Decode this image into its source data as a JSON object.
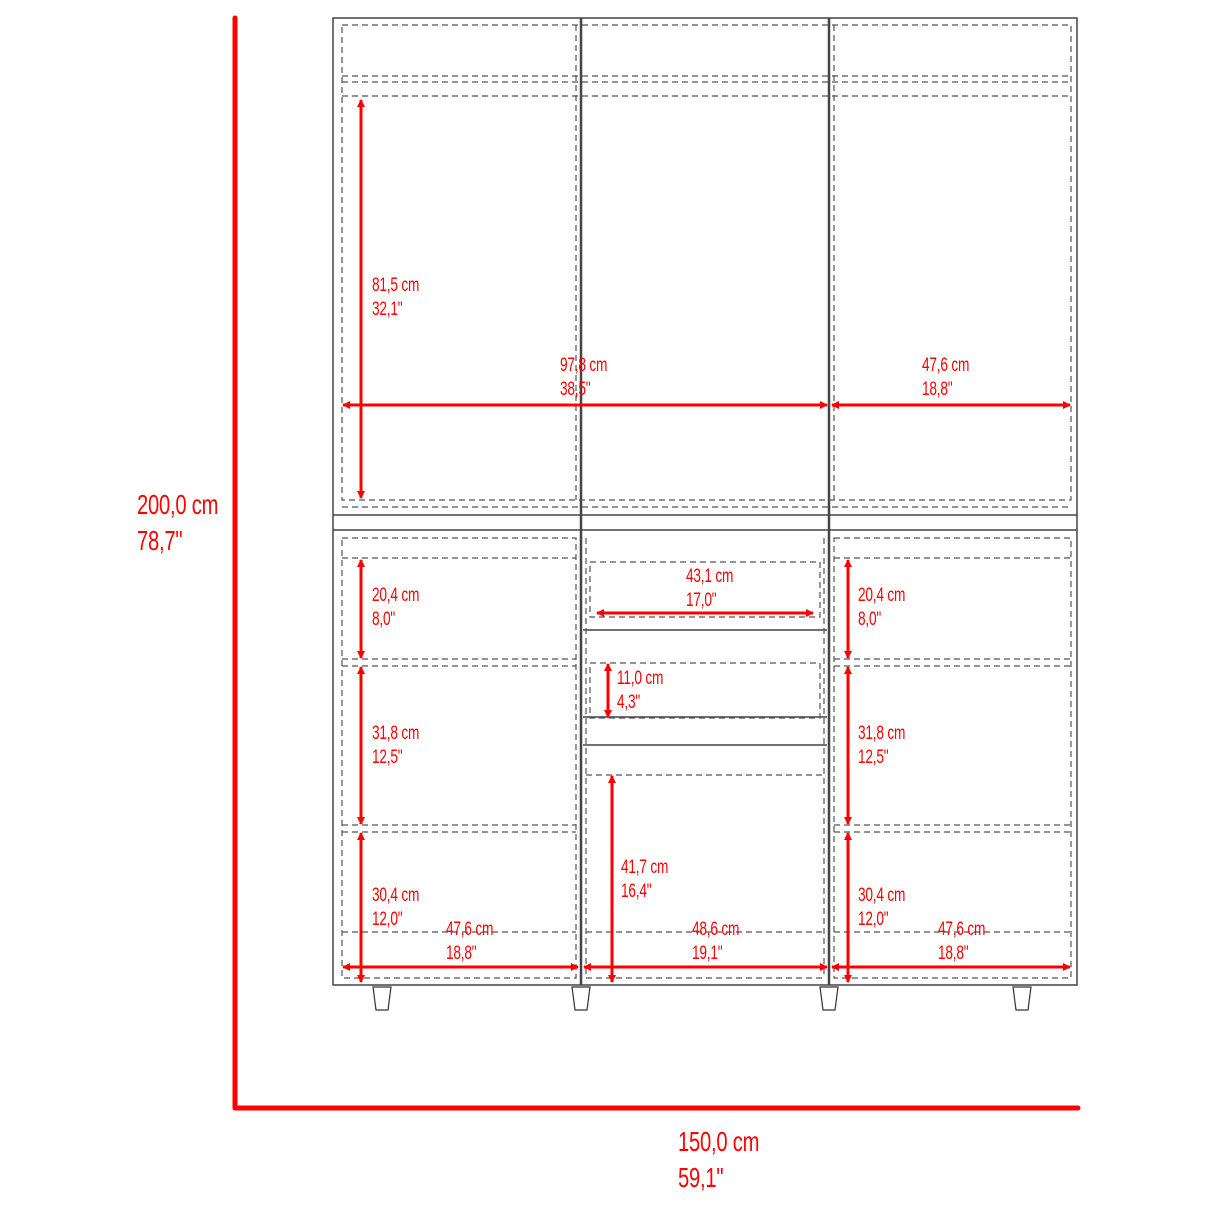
{
  "diagram": {
    "title": "Wardrobe dimensions",
    "accent_color": "#ff0000",
    "line_color": "#333333",
    "overall": {
      "height": {
        "cm": "200,0 cm",
        "in": "78,7\""
      },
      "width": {
        "cm": "150,0 cm",
        "in": "59,1\""
      }
    },
    "upper": {
      "hanging_height": {
        "cm": "81,5 cm",
        "in": "32,1\""
      },
      "left_double_width": {
        "cm": "97,8 cm",
        "in": "38,5\""
      },
      "right_width": {
        "cm": "47,6 cm",
        "in": "18,8\""
      }
    },
    "lower_left": {
      "shelf_1": {
        "cm": "20,4 cm",
        "in": "8,0\""
      },
      "shelf_2": {
        "cm": "31,8 cm",
        "in": "12,5\""
      },
      "shelf_3": {
        "cm": "30,4 cm",
        "in": "12,0\""
      },
      "width": {
        "cm": "47,6 cm",
        "in": "18,8\""
      }
    },
    "lower_middle": {
      "drawer_width": {
        "cm": "43,1 cm",
        "in": "17,0\""
      },
      "drawer_height": {
        "cm": "11,0 cm",
        "in": "4,3\""
      },
      "bottom_height": {
        "cm": "41,7 cm",
        "in": "16,4\""
      },
      "width": {
        "cm": "48,6 cm",
        "in": "19,1\""
      }
    },
    "lower_right": {
      "shelf_1": {
        "cm": "20,4 cm",
        "in": "8,0\""
      },
      "shelf_2": {
        "cm": "31,8 cm",
        "in": "12,5\""
      },
      "shelf_3": {
        "cm": "30,4 cm",
        "in": "12,0\""
      },
      "width": {
        "cm": "47,6 cm",
        "in": "18,8\""
      }
    }
  }
}
